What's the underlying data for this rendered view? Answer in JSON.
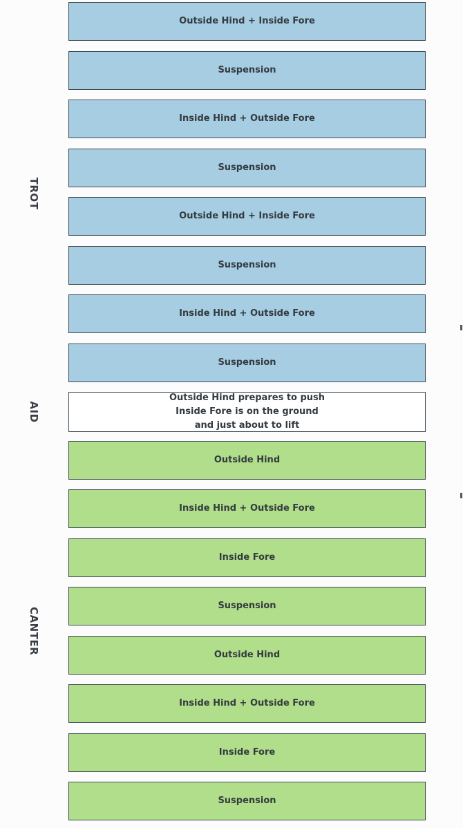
{
  "sections": {
    "trot": "TROT",
    "aid": "AID",
    "canter": "CANTER"
  },
  "steps": [
    {
      "label": "Outside Hind + Inside Fore"
    },
    {
      "label": "Suspension"
    },
    {
      "label": "Inside Hind + Outside Fore"
    },
    {
      "label": "Suspension"
    },
    {
      "label": "Outside Hind + Inside Fore"
    },
    {
      "label": "Suspension"
    },
    {
      "label": "Inside Hind + Outside Fore"
    },
    {
      "label": "Suspension"
    },
    {
      "lines": [
        "Outside Hind prepares to push",
        "Inside Fore is on the ground",
        "and just about to lift"
      ]
    },
    {
      "label": "Outside Hind"
    },
    {
      "label": "Inside Hind + Outside Fore"
    },
    {
      "label": "Inside Fore"
    },
    {
      "label": "Suspension"
    },
    {
      "label": "Outside Hind"
    },
    {
      "label": "Inside Hind + Outside Fore"
    },
    {
      "label": "Inside Fore"
    },
    {
      "label": "Suspension"
    }
  ],
  "colors": {
    "trot": "#a6cde2",
    "aid": "#ffffff",
    "canter": "#b1de8a",
    "border": "#3f4a52",
    "text": "#333b40"
  }
}
